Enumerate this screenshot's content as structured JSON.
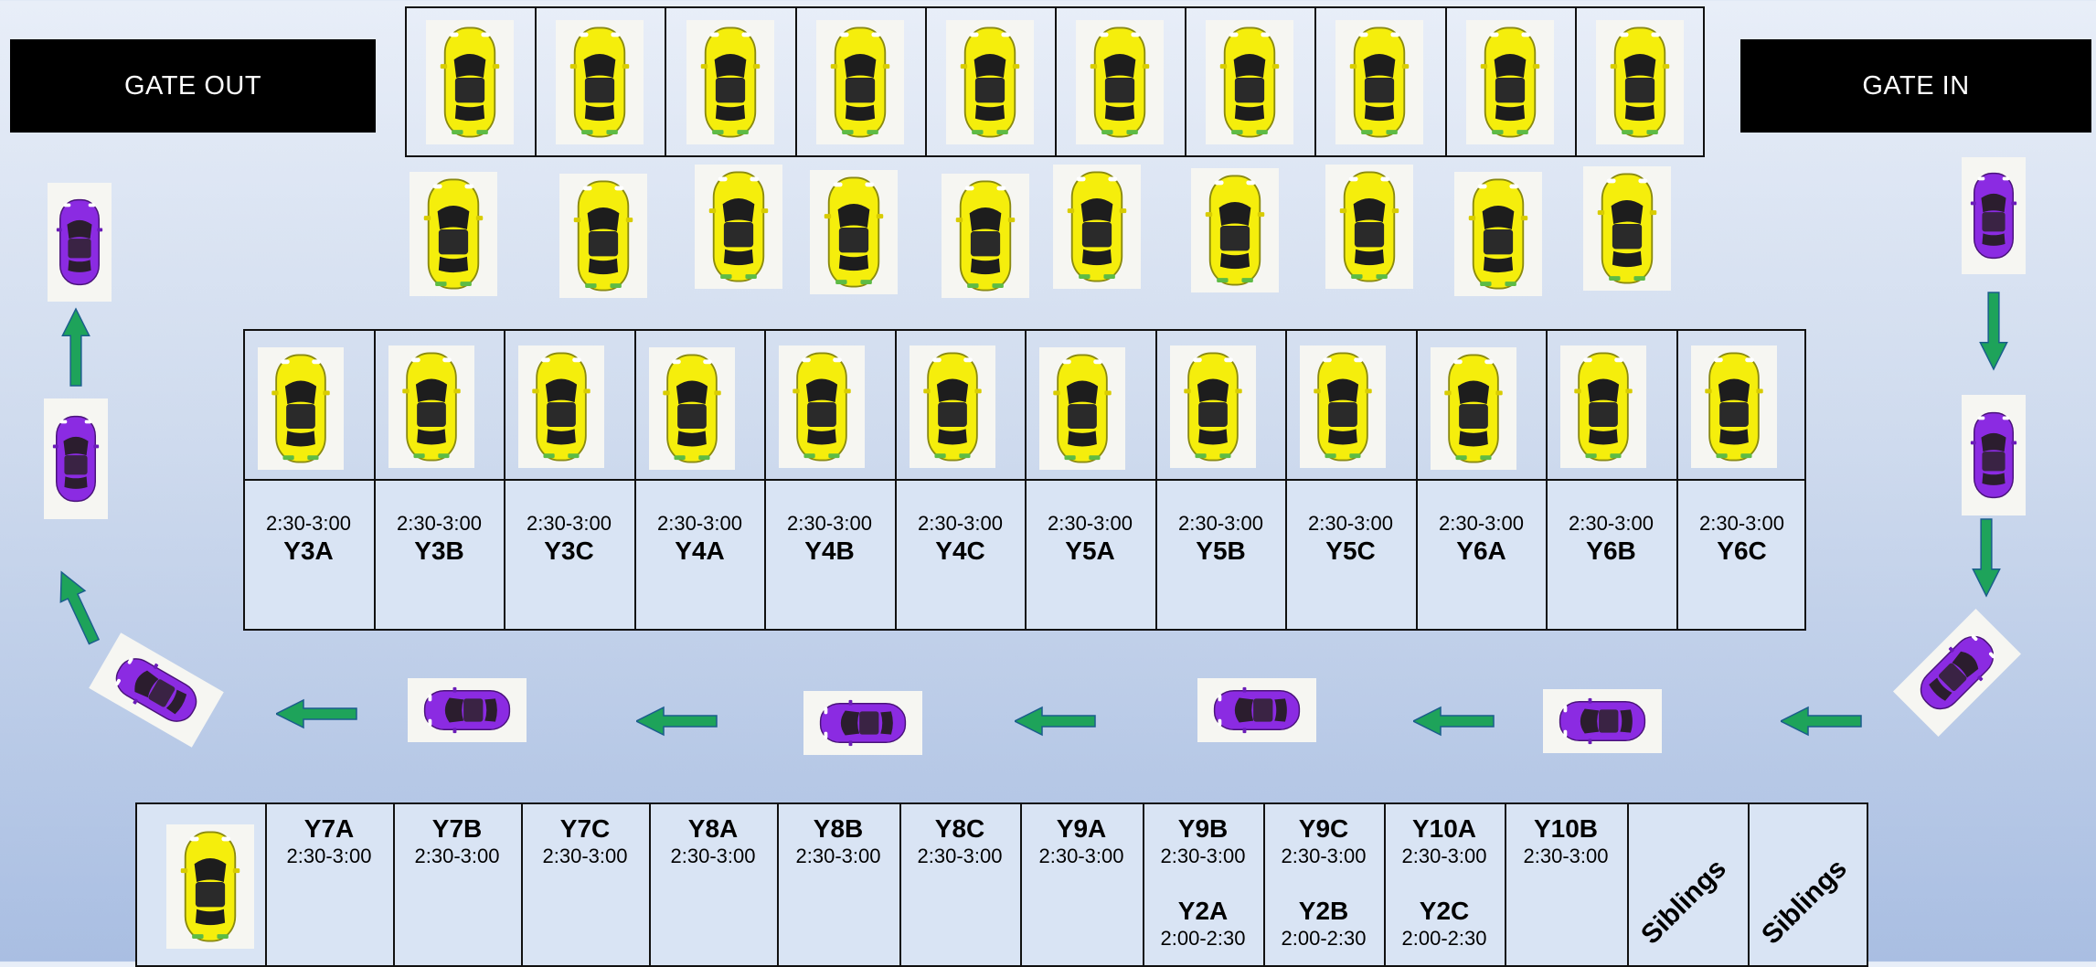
{
  "gates": {
    "gate_out": "GATE OUT",
    "gate_in": "GATE IN"
  },
  "colors": {
    "parked_car": "#f5ee0c",
    "moving_car": "#8b2be2",
    "arrow": "#1ea35a",
    "gate_bg": "#000000",
    "bay_fill": "#d9e4f4"
  },
  "icons": {
    "parked": "yellow-car-icon",
    "moving": "purple-car-icon",
    "direction": "green-arrow-icon"
  },
  "middle_row": [
    {
      "time": "2:30-3:00",
      "code": "Y3A"
    },
    {
      "time": "2:30-3:00",
      "code": "Y3B"
    },
    {
      "time": "2:30-3:00",
      "code": "Y3C"
    },
    {
      "time": "2:30-3:00",
      "code": "Y4A"
    },
    {
      "time": "2:30-3:00",
      "code": "Y4B"
    },
    {
      "time": "2:30-3:00",
      "code": "Y4C"
    },
    {
      "time": "2:30-3:00",
      "code": "Y5A"
    },
    {
      "time": "2:30-3:00",
      "code": "Y5B"
    },
    {
      "time": "2:30-3:00",
      "code": "Y5C"
    },
    {
      "time": "2:30-3:00",
      "code": "Y6A"
    },
    {
      "time": "2:30-3:00",
      "code": "Y6B"
    },
    {
      "time": "2:30-3:00",
      "code": "Y6C"
    }
  ],
  "bottom_row": [
    {
      "code": "Y7A",
      "time": "2:30-3:00"
    },
    {
      "code": "Y7B",
      "time": "2:30-3:00"
    },
    {
      "code": "Y7C",
      "time": "2:30-3:00"
    },
    {
      "code": "Y8A",
      "time": "2:30-3:00"
    },
    {
      "code": "Y8B",
      "time": "2:30-3:00"
    },
    {
      "code": "Y8C",
      "time": "2:30-3:00"
    },
    {
      "code": "Y9A",
      "time": "2:30-3:00"
    },
    {
      "code": "Y9B",
      "time": "2:30-3:00",
      "code2": "Y2A",
      "time2": "2:00-2:30"
    },
    {
      "code": "Y9C",
      "time": "2:30-3:00",
      "code2": "Y2B",
      "time2": "2:00-2:30"
    },
    {
      "code": "Y10A",
      "time": "2:30-3:00",
      "code2": "Y2C",
      "time2": "2:00-2:30"
    },
    {
      "code": "Y10B",
      "time": "2:30-3:00"
    }
  ],
  "siblings": [
    "Siblings",
    "Siblings"
  ]
}
